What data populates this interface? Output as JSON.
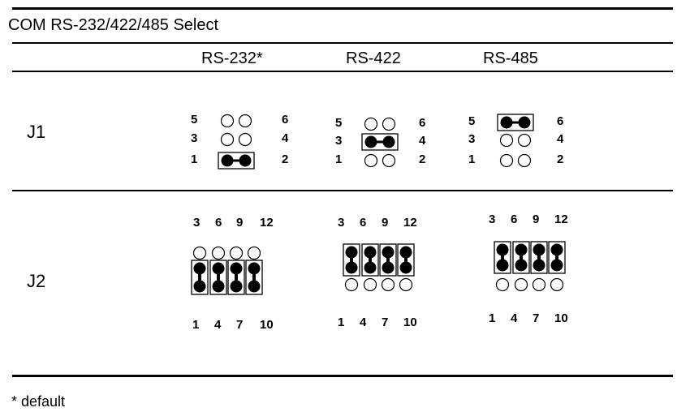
{
  "title": "COM RS-232/422/485 Select",
  "columns": [
    "RS-232*",
    "RS-422",
    "RS-485"
  ],
  "rows": [
    {
      "label": "J1",
      "pin_labels": {
        "left": [
          "5",
          "3",
          "1"
        ],
        "right": [
          "6",
          "4",
          "2"
        ]
      },
      "settings": [
        {
          "column": "RS-232*",
          "shorted_pins": "1-2"
        },
        {
          "column": "RS-422",
          "shorted_pins": "3-4"
        },
        {
          "column": "RS-485",
          "shorted_pins": "5-6"
        }
      ]
    },
    {
      "label": "J2",
      "pin_labels": {
        "top": [
          "3",
          "6",
          "9",
          "12"
        ],
        "bottom": [
          "1",
          "4",
          "7",
          "10"
        ]
      },
      "settings": [
        {
          "column": "RS-232*",
          "shorted_pins": [
            "1-2",
            "4-5",
            "7-8",
            "10-11"
          ]
        },
        {
          "column": "RS-422",
          "shorted_pins": [
            "2-3",
            "5-6",
            "8-9",
            "11-12"
          ]
        },
        {
          "column": "RS-485",
          "shorted_pins": [
            "2-3",
            "5-6",
            "8-9",
            "11-12"
          ]
        }
      ]
    }
  ],
  "footnote": "* default",
  "colors": {
    "ink": "#000000",
    "background": "#ffffff"
  }
}
